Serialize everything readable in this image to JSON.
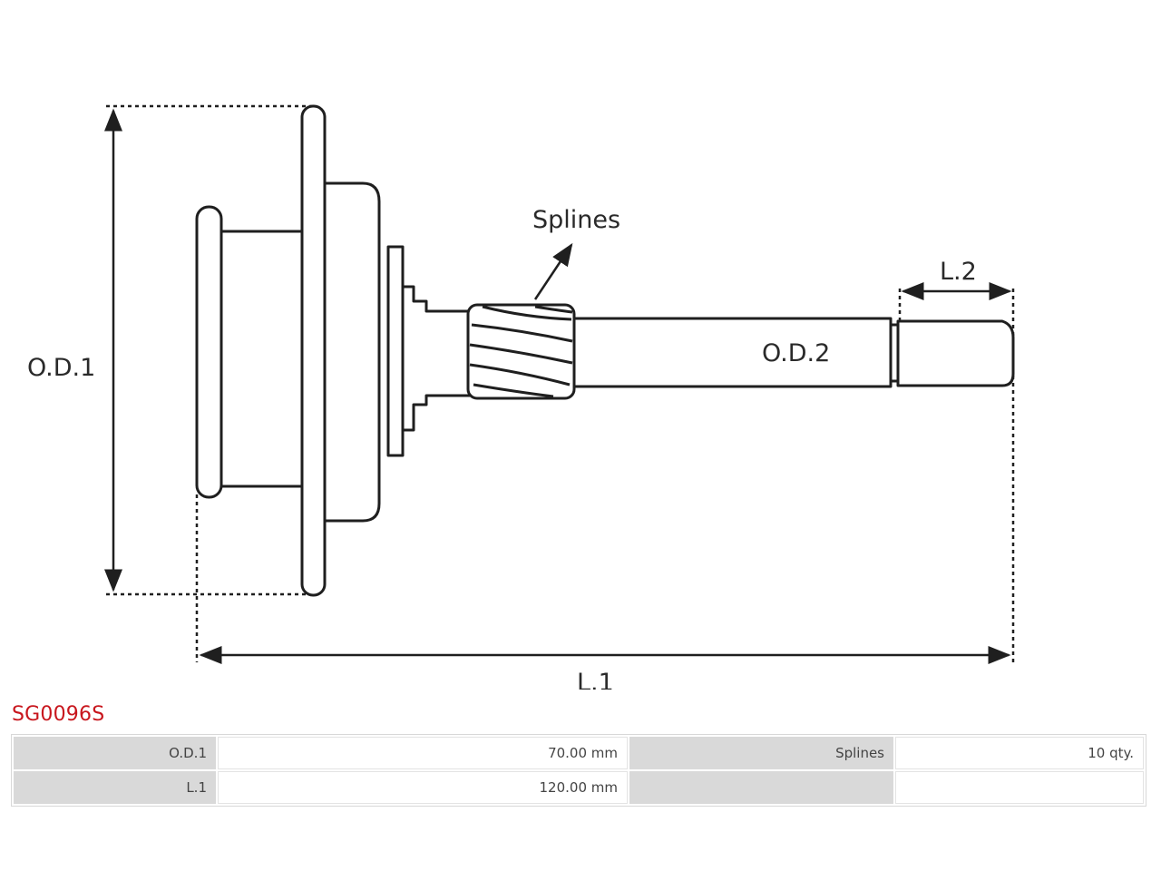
{
  "diagram": {
    "labels": {
      "od1": "O.D.1",
      "od2": "O.D.2",
      "l1": "L.1",
      "l2": "L.2",
      "splines": "Splines"
    }
  },
  "product": {
    "code": "SG0096S",
    "code_color": "#c8161d"
  },
  "specs": {
    "rows": [
      {
        "k1": "O.D.1",
        "v1": "70.00 mm",
        "k2": "Splines",
        "v2": "10 qty."
      },
      {
        "k1": "L.1",
        "v1": "120.00 mm",
        "k2": "",
        "v2": ""
      }
    ]
  }
}
